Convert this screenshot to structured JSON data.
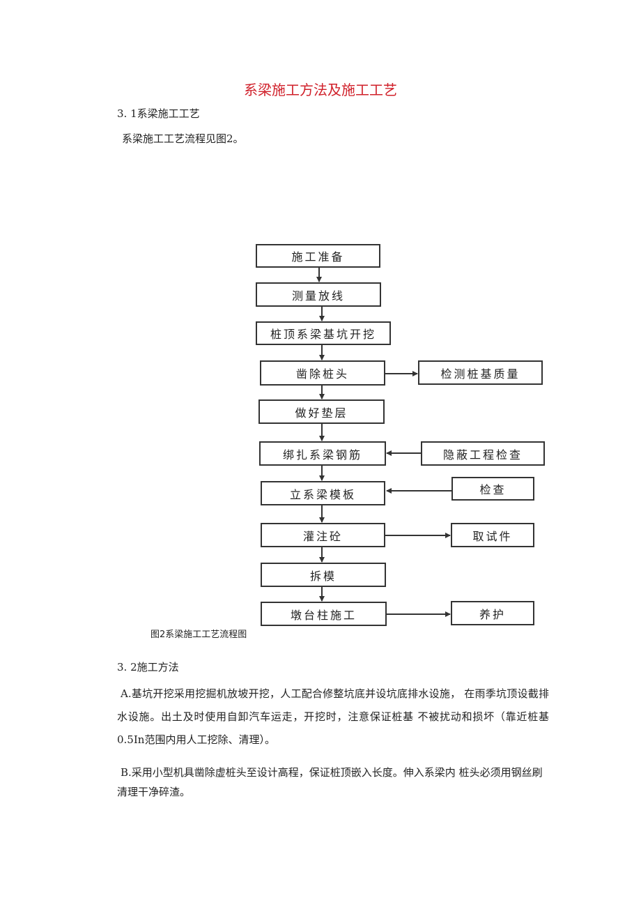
{
  "title": "系梁施工方法及施工工艺",
  "section1": "3. 1系梁施工工艺",
  "intro": "系梁施工工艺流程见图2。",
  "flowchart": {
    "main_steps": [
      "施工准备",
      "测量放线",
      "桩顶系梁基坑开挖",
      "凿除桩头",
      "做好垫层",
      "绑扎系梁钢筋",
      "立系梁模板",
      "灌注砼",
      "拆模",
      "墩台柱施工"
    ],
    "side_steps": [
      "检测桩基质量",
      "隐蔽工程检查",
      "检查",
      "取试件",
      "养护"
    ],
    "caption": "图2系梁施工工艺流程图"
  },
  "section2": "3. 2施工方法",
  "paragraphs": {
    "a": "A.基坑开挖采用挖掘机放坡开挖，人工配合修整坑底并设坑底排水设施， 在雨季坑顶设截排水设施。出土及时使用自卸汽车运走，开挖时，注意保证桩基 不被扰动和损坏（靠近桩基0.5In范围内用人工挖除、清理）。",
    "b": "B.采用小型机具凿除虚桩头至设计高程，保证桩顶嵌入长度。伸入系梁内 桩头必须用钢丝刷清理干净碎渣。"
  },
  "colors": {
    "title": "#d0202a",
    "line": "#333333"
  }
}
